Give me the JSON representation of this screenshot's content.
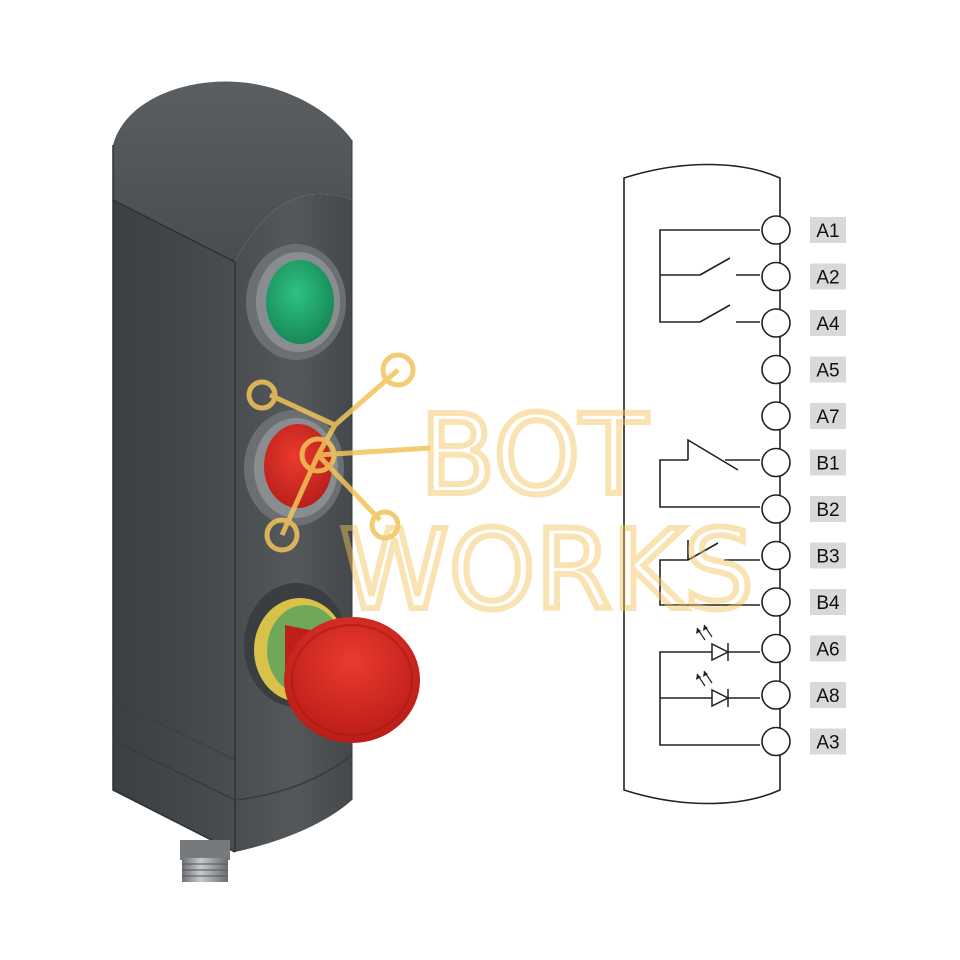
{
  "watermark": {
    "line1": "BOT",
    "line2": "WORKS",
    "color": "#f2c45a"
  },
  "device": {
    "buttons": [
      {
        "name": "green-pushbutton",
        "color": "#1fa56c"
      },
      {
        "name": "red-pushbutton",
        "color": "#d42d24"
      },
      {
        "name": "emergency-stop-button",
        "color": "#d8261f"
      }
    ],
    "body_color": "#4d5053"
  },
  "diagram": {
    "terminals": [
      "A1",
      "A2",
      "A4",
      "A5",
      "A7",
      "B1",
      "B2",
      "B3",
      "B4",
      "A6",
      "A8",
      "A3"
    ],
    "label_bg": "#d9d9d9",
    "line_color": "#222222"
  }
}
